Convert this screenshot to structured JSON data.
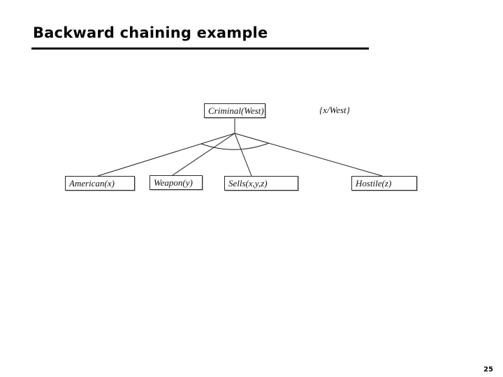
{
  "slide": {
    "title": "Backward chaining example",
    "page_number": "25"
  },
  "colors": {
    "text": "#000000",
    "line": "#1c1c1c",
    "background": "#ffffff"
  },
  "diagram": {
    "type": "backward-chaining-proof-tree",
    "root": {
      "label": "Criminal(West)"
    },
    "substitution": {
      "label": "{x/West}"
    },
    "premises": [
      {
        "label": "American(x)"
      },
      {
        "label": "Weapon(y)"
      },
      {
        "label": "Sells(x,y,z)"
      },
      {
        "label": "Hostile(z)"
      }
    ],
    "edges": [
      [
        "Criminal(West)",
        "American(x)"
      ],
      [
        "Criminal(West)",
        "Weapon(y)"
      ],
      [
        "Criminal(West)",
        "Sells(x,y,z)"
      ],
      [
        "Criminal(West)",
        "Hostile(z)"
      ]
    ],
    "and_arc": true
  }
}
